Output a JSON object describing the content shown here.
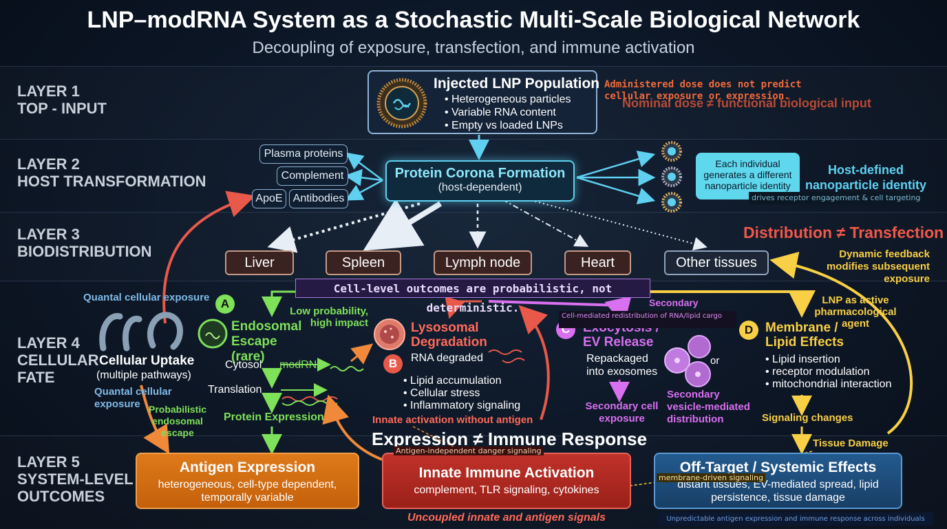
{
  "title": "LNP–modRNA System as a Stochastic Multi-Scale Biological Network",
  "subtitle": "Decoupling of exposure, transfection, and immune activation",
  "layers": [
    {
      "line1": "LAYER 1",
      "line2": "TOP - INPUT"
    },
    {
      "line1": "LAYER 2",
      "line2": "HOST TRANSFORMATION"
    },
    {
      "line1": "LAYER 3",
      "line2": "BIODISTRIBUTION"
    },
    {
      "line1": "LAYER 4",
      "line2": "CELLULAR",
      "line3": "FATE"
    },
    {
      "line1": "LAYER 5",
      "line2": "SYSTEM-LEVEL",
      "line3": "OUTCOMES"
    }
  ],
  "input": {
    "title": "Injected LNP Population",
    "bullets": [
      "Heterogeneous particles",
      "Variable RNA content",
      "Empty vs loaded LNPs"
    ],
    "note": "Administered dose does not predict cellular exposure or expression.",
    "note_behind": "Nominal dose ≠ functional biological input"
  },
  "host": {
    "proteins": [
      "Plasma proteins",
      "Complement",
      "ApoE",
      "Antibodies"
    ],
    "corona_title": "Protein Corona Formation",
    "corona_sub": "(host-dependent)",
    "identity_box": "Each individual generates a different nanoparticle identity",
    "identity_title": "Host-defined nanoparticle identity",
    "identity_note": "drives receptor engagement & cell targeting"
  },
  "biodist": {
    "tissues": [
      "Liver",
      "Spleen",
      "Lymph node",
      "Heart",
      "Other tissues"
    ],
    "headline": "Distribution ≠ Transfection",
    "feedback": "Dynamic feedback modifies subsequent exposure"
  },
  "cellular": {
    "banner": "Cell-level outcomes are probabilistic, not deterministic.",
    "quantal_top": "Quantal cellular exposure",
    "uptake_title": "Cellular Uptake",
    "uptake_sub": "(multiple pathways)",
    "quantal_bottom": "Quantal cellular exposure",
    "probabilistic": "Probabilistic endosomal escape",
    "escape_badge": "A",
    "escape_title": "Endosomal Escape (rare)",
    "low_prob": "Low probability, high impact",
    "cytosol": "Cytosol",
    "modrna": "modRNA",
    "translation": "Translation",
    "protein_expr": "Protein Expression",
    "lyso_badge": "B",
    "lyso_title": "Lysosomal Degradation",
    "rna_degraded": "RNA degraded",
    "lyso_bullets": [
      "Lipid accumulation",
      "Cellular stress",
      "Inflammatory signaling"
    ],
    "innate_no_antigen": "Innate activation without antigen",
    "exo_badge": "C",
    "exo_title": "Exocytosis / EV Release",
    "secondary_dist": "Secondary distribution",
    "cell_mediated": "Cell-mediated redistribution of RNA/lipid cargo",
    "repackaged": "Repackaged into exosomes",
    "or": "or",
    "secondary_cell": "Secondary cell exposure",
    "secondary_vesicle": "Secondary vesicle-mediated distribution",
    "memb_badge": "D",
    "memb_title": "Membrane / Lipid Effects",
    "memb_bullets": [
      "Lipid insertion",
      "receptor modulation",
      "mitochondrial interaction"
    ],
    "lnp_active": "LNP as active pharmacological agent",
    "signaling_changes": "Signaling changes",
    "tissue_damage": "Tissue Damage",
    "expr_vs_immune": "Expression ≠ Immune Response"
  },
  "outcomes": {
    "antigen_title": "Antigen Expression",
    "antigen_sub": "heterogeneous, cell-type dependent, temporally variable",
    "innate_title": "Innate Immune Activation",
    "innate_sub": "complement, TLR signaling, cytokines",
    "innate_note": "Antigen-independent danger signaling",
    "uncoupled": "Uncoupled innate and antigen signals",
    "offtarget_title": "Off-Target / Systemic Effects",
    "offtarget_sub": "distant tissues, EV-mediated spread, lipid persistence, tissue damage",
    "membrane_signal": "membrane-driven signaling",
    "footer": "Unpredictable antigen expression and immune response across individuals"
  },
  "colors": {
    "cyan": "#5fd0f0",
    "green": "#7fe05a",
    "red": "#ff6a5a",
    "purple": "#d870f0",
    "yellow": "#f8cf45",
    "orange_box": "#d9700f",
    "red_box": "#b02a22",
    "blue_box": "#1c4f80"
  }
}
